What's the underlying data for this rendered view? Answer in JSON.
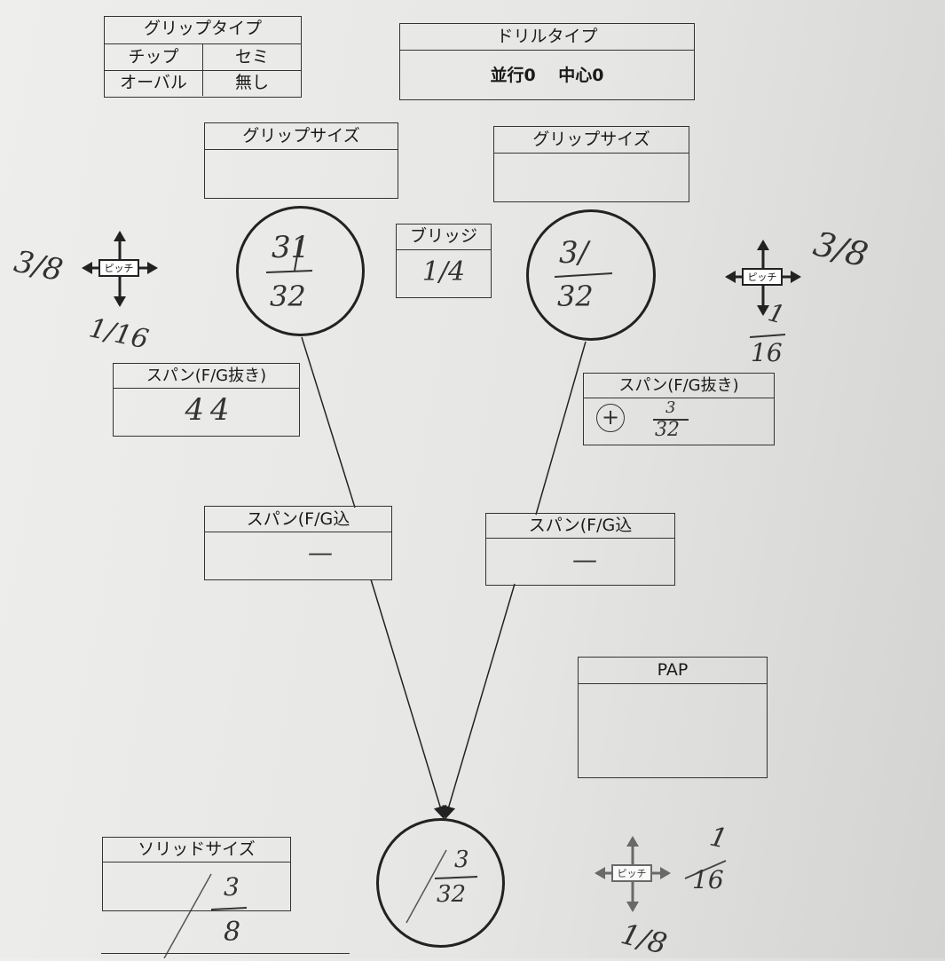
{
  "grip_type": {
    "title": "グリップタイプ",
    "row1": {
      "label": "チップ",
      "value": "セミ"
    },
    "row2": {
      "label": "オーバル",
      "value": "無し"
    }
  },
  "drill_type": {
    "title": "ドリルタイプ",
    "value": "並行0　 中心0"
  },
  "left": {
    "grip_size_title": "グリップサイズ",
    "circle": {
      "num": "31",
      "den": "32"
    },
    "pitch": {
      "label": "ピッチ",
      "side": "3/8",
      "bottom": "1/16"
    },
    "span_nuki": {
      "title": "スパン(F/G抜き)",
      "value": "4 4"
    },
    "span_komi": {
      "title": "スパン(F/G込",
      "value": "—"
    }
  },
  "bridge": {
    "title": "ブリッジ",
    "value": "1/4"
  },
  "right": {
    "grip_size_title": "グリップサイズ",
    "circle": {
      "num": "3/",
      "den": "32"
    },
    "pitch": {
      "label": "ピッチ",
      "side": "3/8",
      "bottom_num": "1",
      "bottom_den": "16"
    },
    "span_nuki": {
      "title": "スパン(F/G抜き)",
      "sign": "+",
      "num": "3",
      "den": "32"
    },
    "span_komi": {
      "title": "スパン(F/G込",
      "value": "—"
    }
  },
  "pap": {
    "title": "PAP"
  },
  "thumb": {
    "solid_size_title": "ソリッドサイズ",
    "solid_num": "3",
    "solid_den": "8",
    "circle": {
      "num": "3",
      "den": "32"
    },
    "pitch": {
      "label": "ピッチ",
      "side_num": "1",
      "side_den": "16",
      "bottom": "1/8"
    }
  }
}
